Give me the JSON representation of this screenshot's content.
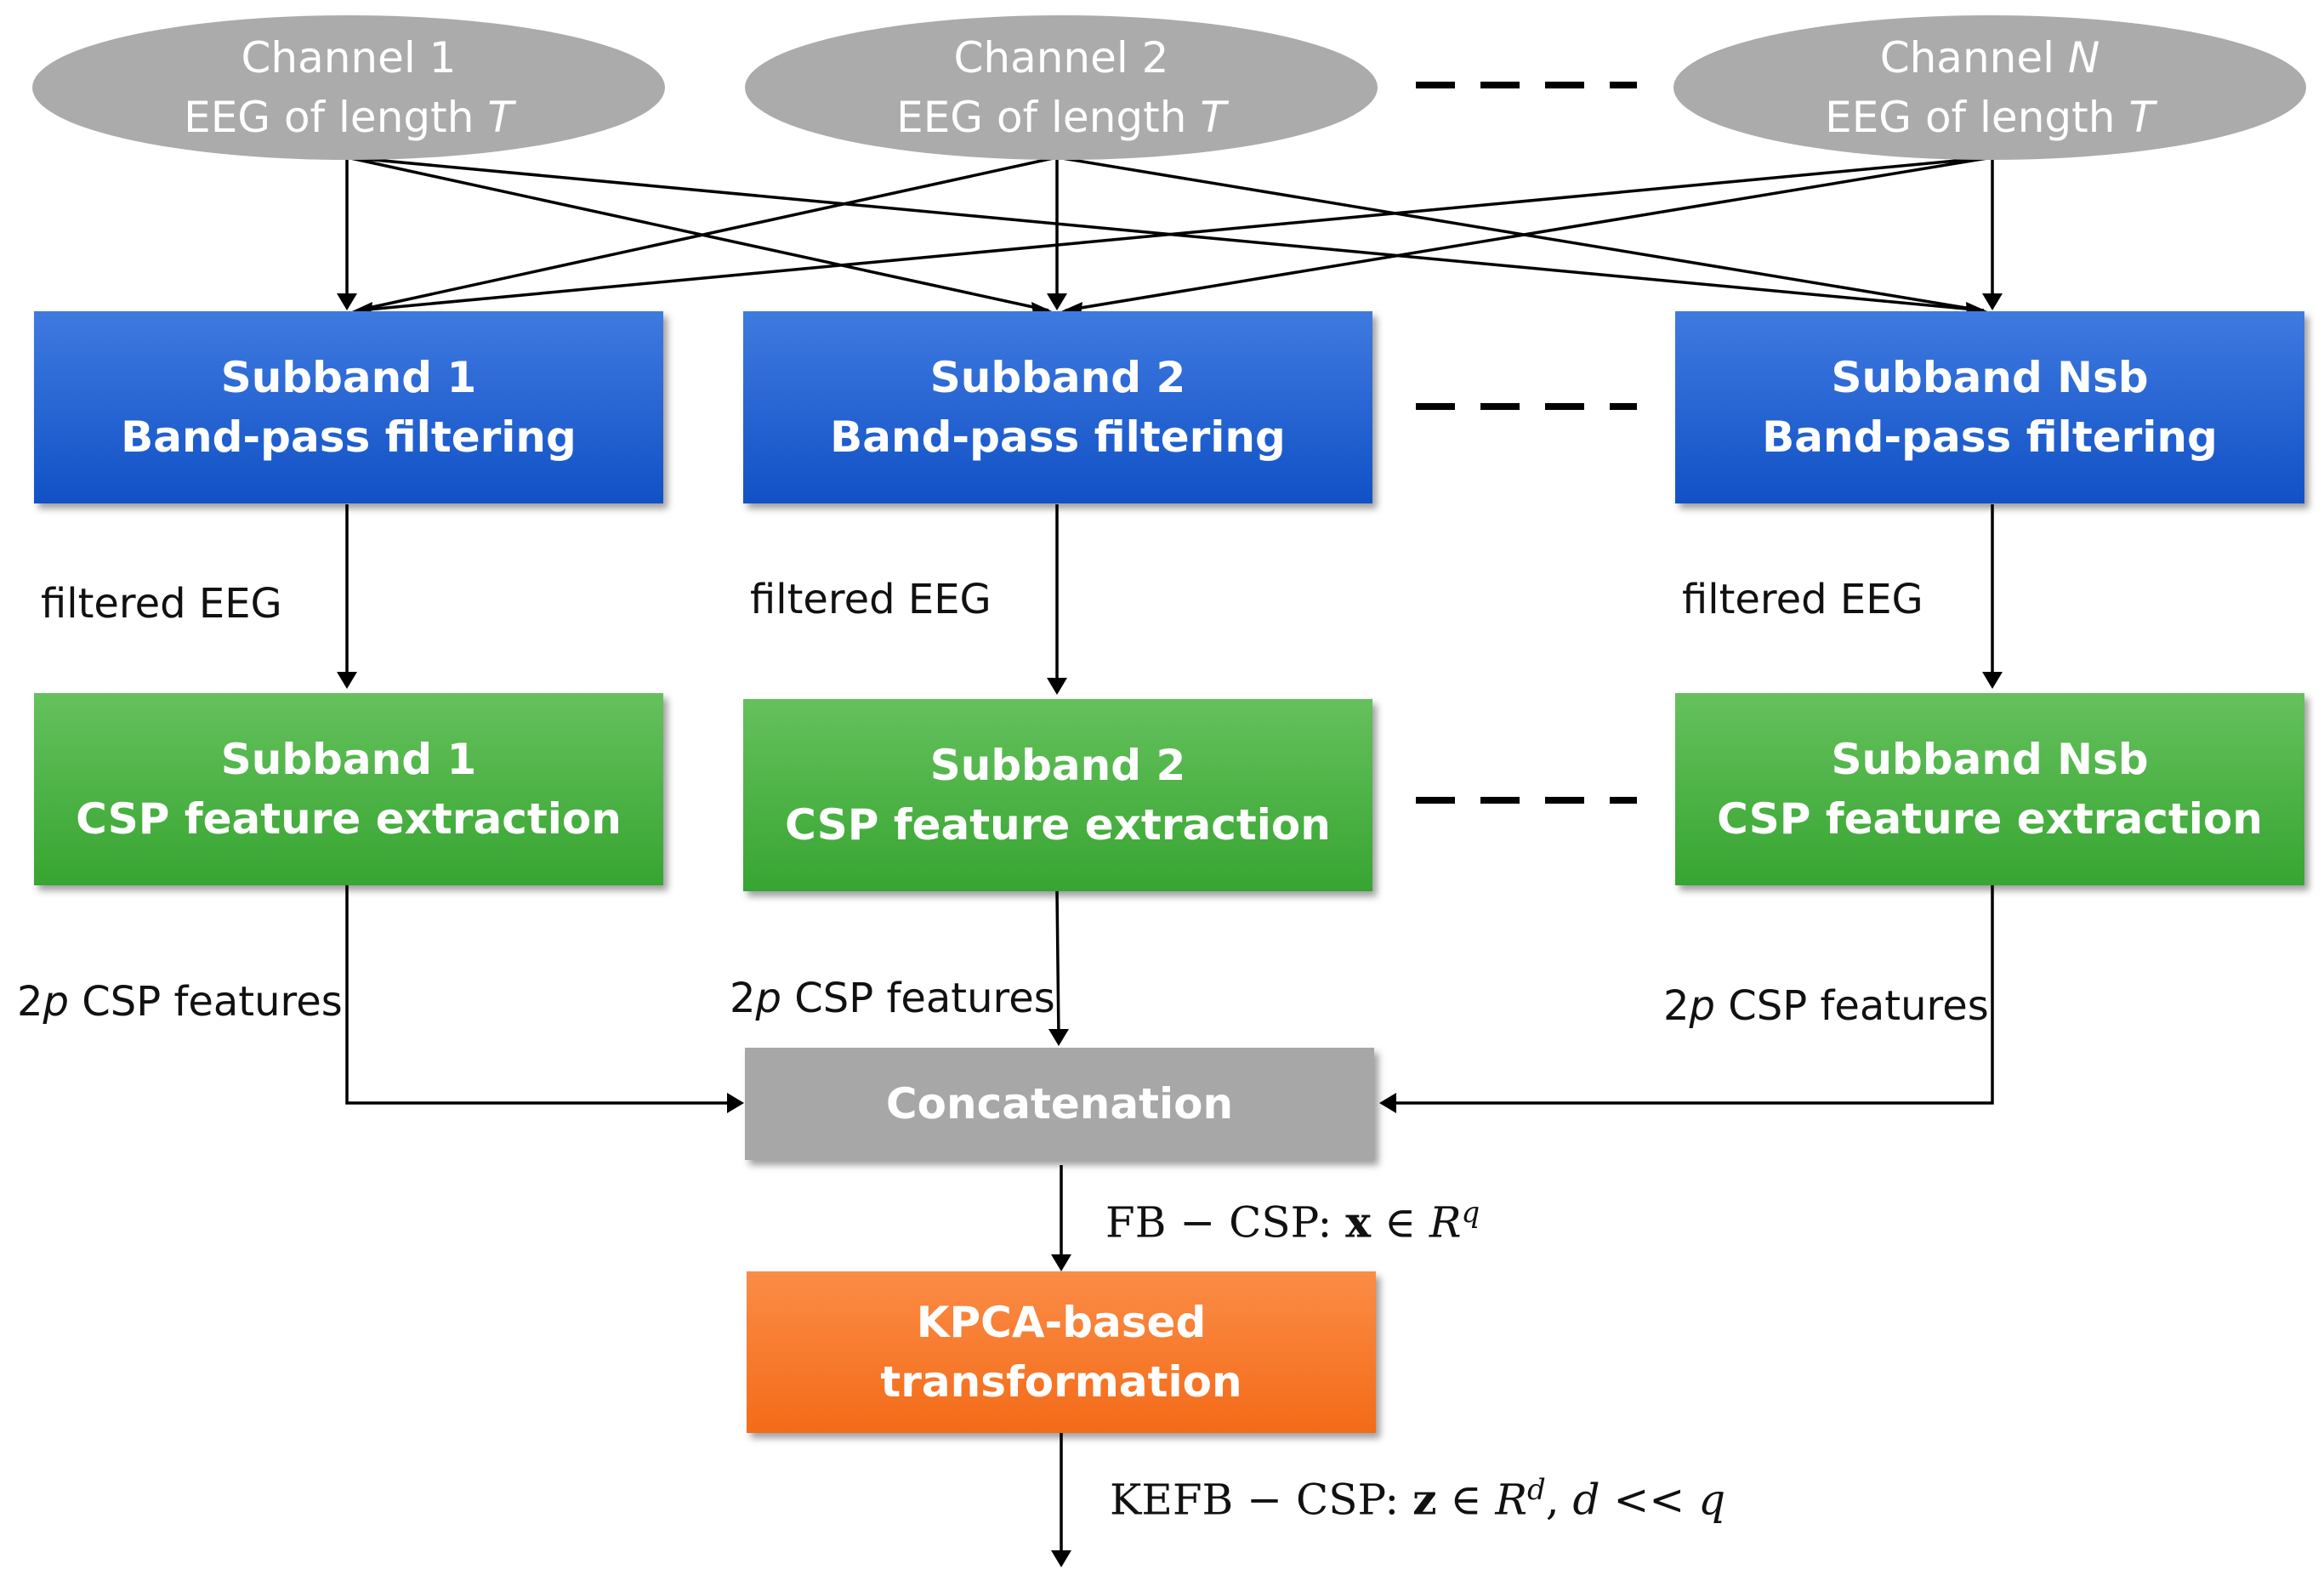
{
  "channels": [
    {
      "line1": "Channel 1",
      "line2_prefix": "EEG of length ",
      "line2_var": "T"
    },
    {
      "line1": "Channel 2",
      "line2_prefix": "EEG of length ",
      "line2_var": "T"
    },
    {
      "line1_prefix": "Channel ",
      "line1_var": "N",
      "line2_prefix": "EEG of length ",
      "line2_var": "T"
    }
  ],
  "subbands": [
    {
      "title": "Subband 1",
      "filter_label": "Band-pass filtering",
      "csp_label": "CSP feature extraction"
    },
    {
      "title": "Subband 2",
      "filter_label": "Band-pass filtering",
      "csp_label": "CSP feature extraction"
    },
    {
      "title": "Subband Nsb",
      "filter_label": "Band-pass filtering",
      "csp_label": "CSP feature extraction"
    }
  ],
  "edge_labels": {
    "filtered": "filtered EEG",
    "csp_prefix": "2",
    "csp_var": "p",
    "csp_suffix": " CSP features"
  },
  "concatenation": "Concatenation",
  "kpca": {
    "line1": "KPCA-based",
    "line2": "transformation"
  },
  "fb_csp": {
    "name": "FB − CSP:",
    "vec": "x",
    "rel": " ∈ ",
    "space": "R",
    "sup": "q"
  },
  "kefb_csp": {
    "name": "KEFB − CSP:",
    "vec": "z",
    "rel": " ∈ ",
    "space": "R",
    "sup": "d",
    "tail_sep": ", ",
    "tail_a": "d",
    "tail_op": " << ",
    "tail_b": "q"
  },
  "colors": {
    "ellipse": "#ababab",
    "filter_box": "#1a5fd0",
    "csp_box": "#44ae3c",
    "concat_box": "#a7a7a7",
    "kpca_box": "#f57a2c",
    "arrow": "#000000"
  }
}
